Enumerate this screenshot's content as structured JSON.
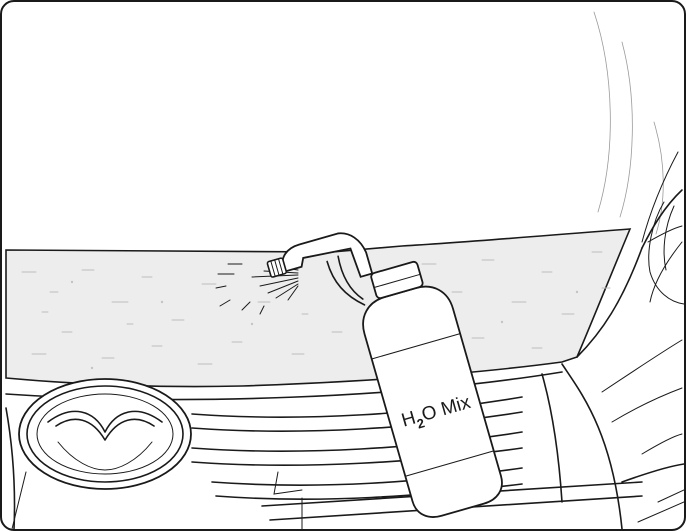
{
  "illustration": {
    "bottle_label": {
      "prefix": "H",
      "subscript": "2",
      "suffix": "O Mix"
    },
    "film_color": "#ededed",
    "line_color": "#1a1a1a"
  }
}
